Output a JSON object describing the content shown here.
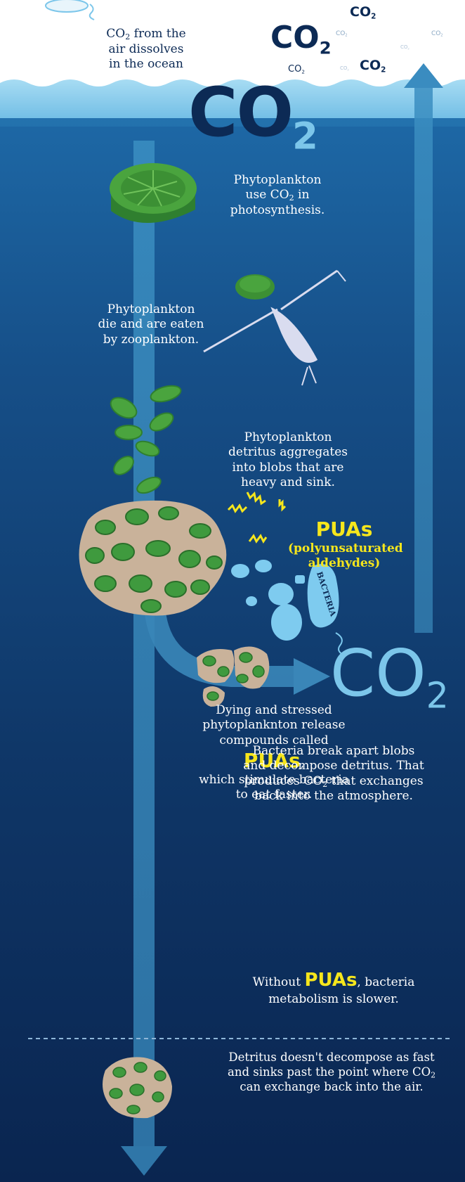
{
  "colors": {
    "sky": "#ffffff",
    "surface_water": "#7cc6ea",
    "deep_water": "#0c2a55",
    "arrow": "#3a86b8",
    "plankton_green": "#3f9a3e",
    "plankton_light": "#6cc04a",
    "blob": "#c9b29a",
    "bacteria": "#7ecbef",
    "pua_yellow": "#f6e61c",
    "zooplankton": "#d9dcef"
  },
  "surface": {
    "caption_line1_pre": "CO",
    "caption_line1_sub": "2",
    "caption_line1_post": " from the",
    "caption_line2": "air dissolves",
    "caption_line3": "in the ocean",
    "big_co2_main": "CO",
    "big_co2_sub": "2",
    "small_co2_main": "CO",
    "small_co2_sub": "2"
  },
  "steps": {
    "photosynthesis": {
      "line1": "Phytoplankton",
      "line2_pre": "use CO",
      "line2_sub": "2",
      "line2_post": " in",
      "line3": "photosynthesis."
    },
    "eaten": {
      "line1": "Phytoplankton",
      "line2": "die and are eaten",
      "line3": "by zooplankton."
    },
    "aggregate": {
      "line1": "Phytoplankton",
      "line2": "detritus aggregates",
      "line3": "into blobs that are",
      "line4": "heavy and sink."
    },
    "pua_callout": {
      "title": "PUAs",
      "line1": "(polyunsaturated",
      "line2": "aldehydes)"
    },
    "bacteria_label": "BACTERIA",
    "release": {
      "line1": "Dying and stressed",
      "line2": "phytoplanknton release",
      "line3": "compounds called",
      "pua": "PUAs",
      "pua_suffix": ",",
      "line4": "which stimulate bacteria",
      "line5": "to eat faster."
    },
    "decompose": {
      "line1": "Bacteria break apart blobs",
      "line2": "and decompose detritus. That",
      "line3_pre": "produces CO",
      "line3_sub": "2",
      "line3_post": " that exchanges",
      "line4": "back into the atmosphere."
    },
    "without": {
      "pre": "Without ",
      "pua": "PUAs",
      "post": ", bacteria",
      "line2": "metabolism is slower."
    },
    "sinks": {
      "line1": "Detritus doesn't decompose as fast",
      "line2_pre": "and sinks past the point where CO",
      "line2_sub": "2",
      "line3": "can exchange back into the air."
    }
  }
}
